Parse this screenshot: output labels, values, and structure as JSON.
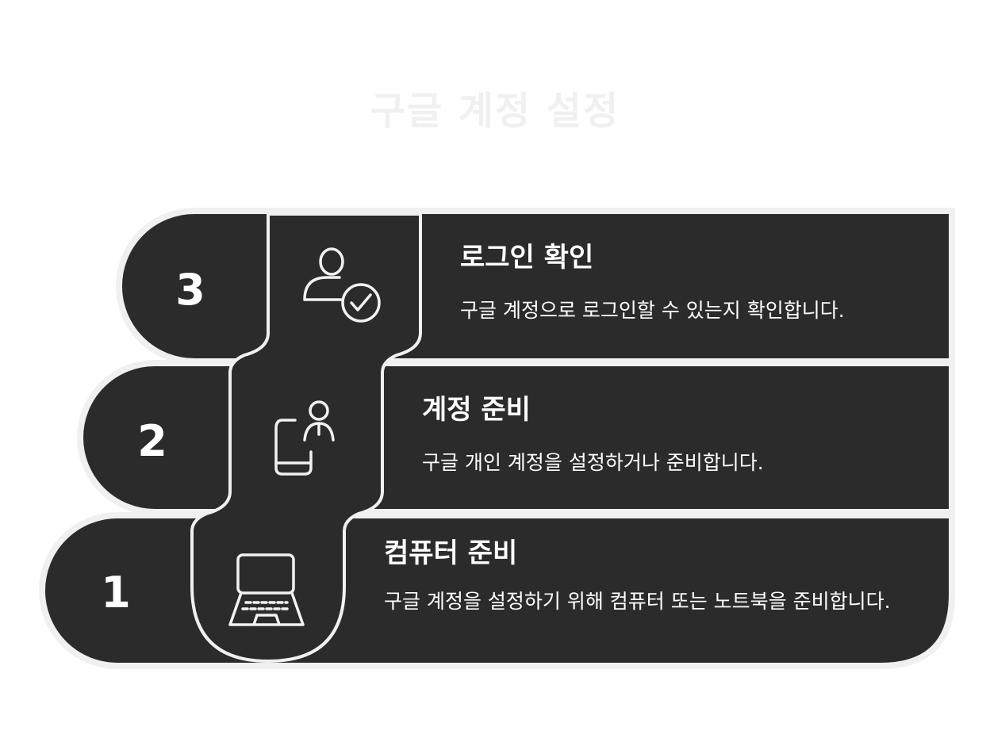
{
  "title": "구글 계정 설정",
  "steps": [
    {
      "number": "1",
      "title": "컴퓨터 준비",
      "description": "구글 계정을 설정하기 위해 컴퓨터 또는 노트북을 준비합니다.",
      "icon": "laptop-icon"
    },
    {
      "number": "2",
      "title": "계정 준비",
      "description": "구글 개인 계정을 설정하거나 준비합니다.",
      "icon": "phone-user-icon"
    },
    {
      "number": "3",
      "title": "로그인 확인",
      "description": "구글 계정으로 로그인할 수 있는지 확인합니다.",
      "icon": "user-check-icon"
    }
  ],
  "colors": {
    "band": "#2b2b2b",
    "outline": "#f0f0f0",
    "text": "#ffffff",
    "title": "#f0f0f0"
  }
}
